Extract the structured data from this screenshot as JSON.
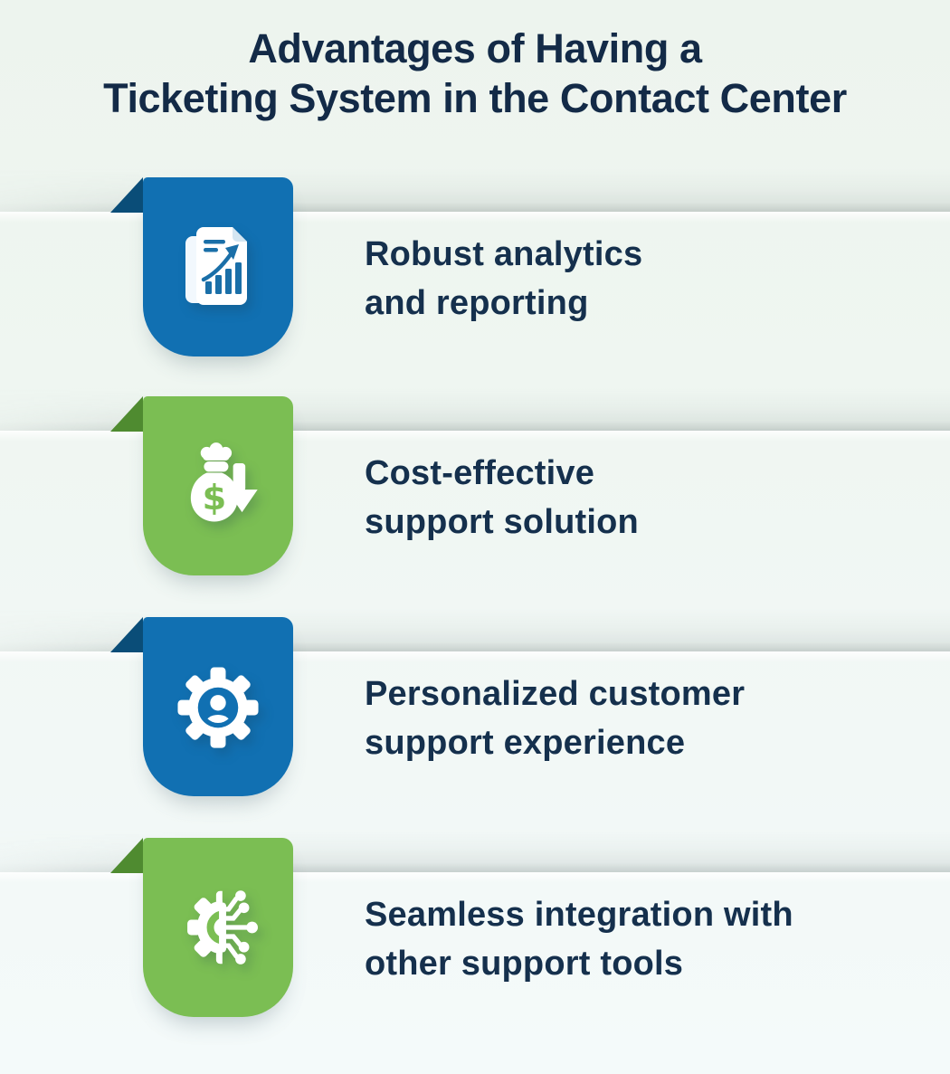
{
  "title": {
    "line1": "Advantages of Having a",
    "line2": "Ticketing System in the Contact Center"
  },
  "items": [
    {
      "label_line1": "Robust analytics",
      "label_line2": "and reporting",
      "card_color": "#1170b2",
      "fold_color": "#0a4d78",
      "icon": "analytics-report-icon"
    },
    {
      "label_line1": "Cost-effective",
      "label_line2": "support solution",
      "card_color": "#7bbe53",
      "fold_color": "#4f8b30",
      "icon": "cost-savings-icon"
    },
    {
      "label_line1": "Personalized customer",
      "label_line2": "support experience",
      "card_color": "#1170b2",
      "fold_color": "#0a4d78",
      "icon": "customer-gear-icon"
    },
    {
      "label_line1": "Seamless integration with",
      "label_line2": "other support tools",
      "card_color": "#7bbe53",
      "fold_color": "#4f8b30",
      "icon": "integration-icon"
    }
  ],
  "colors": {
    "background_top": "#edf4ee",
    "background_bottom": "#f4fafa",
    "text_navy": "#15304d",
    "title_navy": "#132a47",
    "accent_blue": "#1170b2",
    "accent_blue_dark": "#0a4d78",
    "accent_green": "#7bbe53",
    "accent_green_dark": "#4f8b30",
    "icon_detail_teal": "#1a6fa8"
  }
}
